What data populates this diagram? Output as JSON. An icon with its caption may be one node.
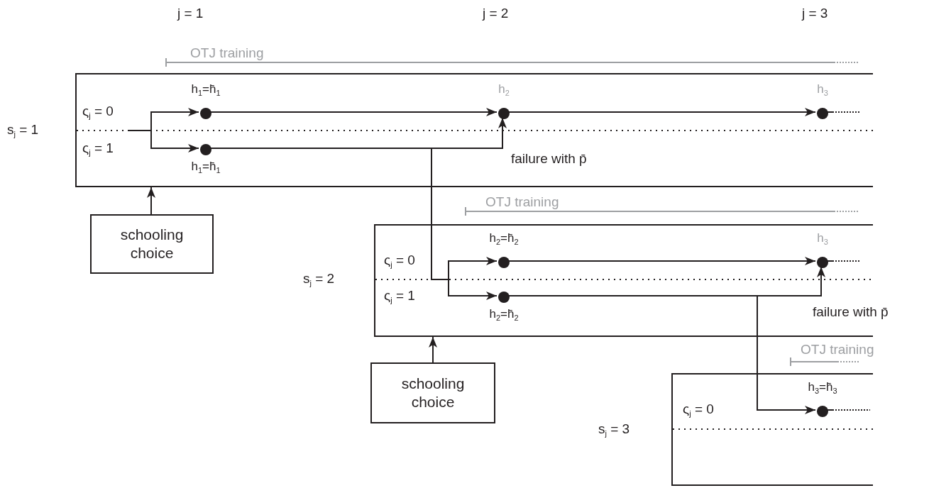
{
  "diagram": {
    "nodes": [
      {
        "text": [],
        "shape": "box",
        "beside": [
          "s$_{j}$ = 1"
        ]
      },
      {
        "text": [],
        "shape": "circle",
        "in": 0,
        "beside": [
          "h$_{1}$=h̄$_{1}$"
        ]
      },
      {
        "text": [],
        "shape": "circle",
        "in": 0,
        "beside": [
          "h$_{2}$"
        ]
      },
      {
        "text": [],
        "shape": "circle",
        "in": 0,
        "beside": [
          "h$_{3}$"
        ]
      },
      {
        "text": [],
        "shape": "circle",
        "in": 0,
        "beside": [
          "h$_{1}$=h̄$_{1}$"
        ]
      },
      {
        "text": [
          "schooling choice"
        ]
      },
      {
        "text": [],
        "shape": "box",
        "beside": [
          "s$_{j}$ = 2"
        ]
      },
      {
        "text": [],
        "shape": "circle",
        "in": 6,
        "beside": [
          "h$_{2}$=h̄$_{2}$"
        ]
      },
      {
        "text": [],
        "shape": "circle",
        "in": 6,
        "beside": [
          "h$_{3}$"
        ]
      },
      {
        "text": [],
        "shape": "circle",
        "in": 6,
        "beside": [
          "h$_{2}$=h̄$_{2}$"
        ]
      },
      {
        "text": [
          "schooling choice"
        ]
      },
      {
        "text": [],
        "shape": "box",
        "beside": [
          "s$_{j}$ = 3"
        ]
      },
      {
        "text": [],
        "shape": "circle",
        "in": 11,
        "beside": [
          "h$_{3}$=h̄$_{3}$"
        ]
      }
    ],
    "edges": [
      {
        "from": 5,
        "to": 0,
        "arrow": "to"
      },
      {
        "from": null,
        "to": 1,
        "arrow": "to"
      },
      {
        "from": null,
        "to": 4,
        "arrow": "to"
      },
      {
        "from": 1,
        "to": 2,
        "arrow": "to"
      },
      {
        "from": 2,
        "to": 3,
        "arrow": "to"
      },
      {
        "from": 3,
        "to": null,
        "arrow": "none",
        "style": "dashed"
      },
      {
        "from": 4,
        "to": 2,
        "arrow": "to",
        "label": "failure with p̄"
      },
      {
        "from": 4,
        "to": 7,
        "arrow": "to"
      },
      {
        "from": 4,
        "to": 9,
        "arrow": "to"
      },
      {
        "from": 10,
        "to": 6,
        "arrow": "to"
      },
      {
        "from": 7,
        "to": 8,
        "arrow": "to"
      },
      {
        "from": 8,
        "to": null,
        "arrow": "none",
        "style": "dashed"
      },
      {
        "from": 9,
        "to": 8,
        "arrow": "to",
        "label": "failure with p̄"
      },
      {
        "from": 9,
        "to": 12,
        "arrow": "to"
      },
      {
        "from": 12,
        "to": null,
        "arrow": "none",
        "style": "dashed"
      }
    ],
    "labels": [
      "j = 1",
      "j = 2",
      "j = 3",
      "OTJ training",
      "ς$_{j}$ = 0",
      "ς$_{j}$ = 1",
      "OTJ training",
      "ς$_{j}$ = 0",
      "ς$_{j}$ = 1",
      "OTJ training",
      "ς$_{j}$ = 0"
    ]
  }
}
